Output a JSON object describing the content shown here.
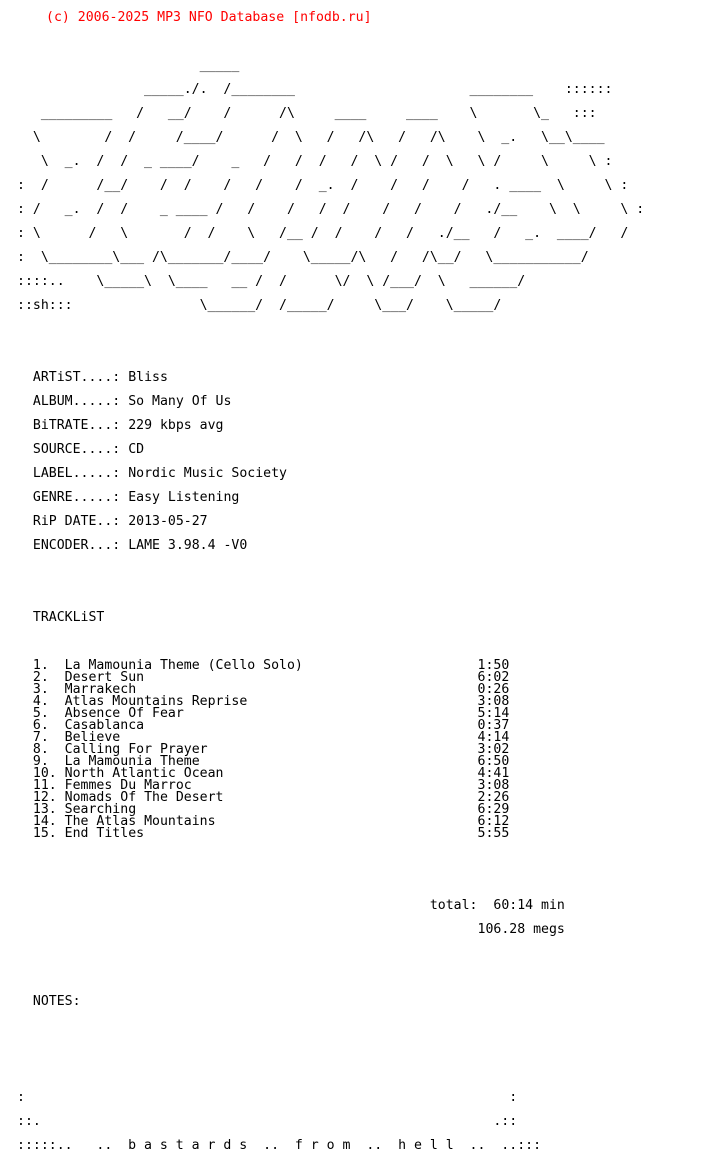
{
  "header": "(c) 2006-2025 MP3 NFO Database [nfodb.ru]",
  "accent_color": "#ff0000",
  "logo": [
    "                       _____                                                ",
    "                _____./.  /________                      ________    ::::::",
    "   _________   /   __/    /      /\\     ____     ____    \\       \\_   ::: ",
    "  \\        /  /     /____/      /  \\   /   /\\   /   /\\    \\  _.   \\__\\____",
    "   \\  _.  /  /  _ ____/    _   /   /  /   /  \\ /   /  \\   \\ /     \\     \\ :",
    ":  /      /__/    /  /    /   /    /  _.  /    /   /    /   . ____  \\     \\ :",
    ": /   _.  /  /    _ ____ /   /    /   /  /    /   /    /   ./__    \\  \\     \\ :",
    ": \\      /   \\       /  /    \\   /__ /  /    /   /   ./__   /   _.  ____/   /",
    ":  \\________\\___ /\\_______/____/    \\_____/\\   /   /\\__/   \\___________/   ",
    "::::..    \\_____\\  \\____   __ /  /      \\/  \\ /___/  \\   ______/          ",
    "::sh:::                \\______/  /_____/     \\___/    \\_____/               "
  ],
  "info": [
    {
      "key": "ARTiST....:",
      "value": "Bliss"
    },
    {
      "key": "ALBUM.....:",
      "value": "So Many Of Us"
    },
    {
      "key": "BiTRATE...:",
      "value": "229 kbps avg"
    },
    {
      "key": "SOURCE....:",
      "value": "CD"
    },
    {
      "key": "LABEL.....:",
      "value": "Nordic Music Society"
    },
    {
      "key": "GENRE.....:",
      "value": "Easy Listening"
    },
    {
      "key": "RiP DATE..:",
      "value": "2013-05-27"
    },
    {
      "key": "ENCODER...:",
      "value": "LAME 3.98.4 -V0"
    }
  ],
  "tracklist_heading": "TRACKLiST",
  "tracks": [
    {
      "num": "1.",
      "title": "La Mamounia Theme (Cello Solo)",
      "time": "1:50"
    },
    {
      "num": "2.",
      "title": "Desert Sun",
      "time": "6:02"
    },
    {
      "num": "3.",
      "title": "Marrakech",
      "time": "0:26"
    },
    {
      "num": "4.",
      "title": "Atlas Mountains Reprise",
      "time": "3:08"
    },
    {
      "num": "5.",
      "title": "Absence Of Fear",
      "time": "5:14"
    },
    {
      "num": "6.",
      "title": "Casablanca",
      "time": "0:37"
    },
    {
      "num": "7.",
      "title": "Believe",
      "time": "4:14"
    },
    {
      "num": "8.",
      "title": "Calling For Prayer",
      "time": "3:02"
    },
    {
      "num": "9.",
      "title": "La Mamounia Theme",
      "time": "6:50"
    },
    {
      "num": "10.",
      "title": "North Atlantic Ocean",
      "time": "4:41"
    },
    {
      "num": "11.",
      "title": "Femmes Du Marroc",
      "time": "3:08"
    },
    {
      "num": "12.",
      "title": "Nomads Of The Desert",
      "time": "2:26"
    },
    {
      "num": "13.",
      "title": "Searching",
      "time": "6:29"
    },
    {
      "num": "14.",
      "title": "The Atlas Mountains",
      "time": "6:12"
    },
    {
      "num": "15.",
      "title": "End Titles",
      "time": "5:55"
    }
  ],
  "total_label": "total:",
  "total_time": "60:14 min",
  "total_size": "106.28 megs",
  "notes_heading": "NOTES:",
  "footer": [
    ":                                                             :",
    "::.                                                         .::",
    ":::::..   ..  b a s t a r d s  ..  f r o m  ..  h e l l  ..  ..:::"
  ]
}
